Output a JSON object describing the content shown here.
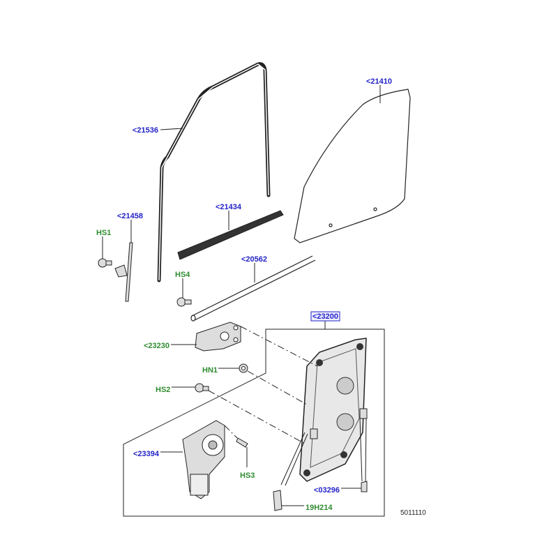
{
  "diagram": {
    "reference_number": "5011110",
    "callouts": {
      "glass": "<21410",
      "weatherstrip": "<21536",
      "inner_belt_seal": "<21434",
      "run_channel": "<21458",
      "hs1": "HS1",
      "outer_belt_molding": "<20562",
      "hs4": "HS4",
      "regulator": "<23200",
      "bracket": "<23230",
      "hn1": "HN1",
      "hs2": "HS2",
      "motor": "<23394",
      "hs3": "HS3",
      "clip": "<03296",
      "grommet": "19H214"
    },
    "colors": {
      "part_number": "#2323c8",
      "fastener": "#2e8b2e"
    }
  }
}
